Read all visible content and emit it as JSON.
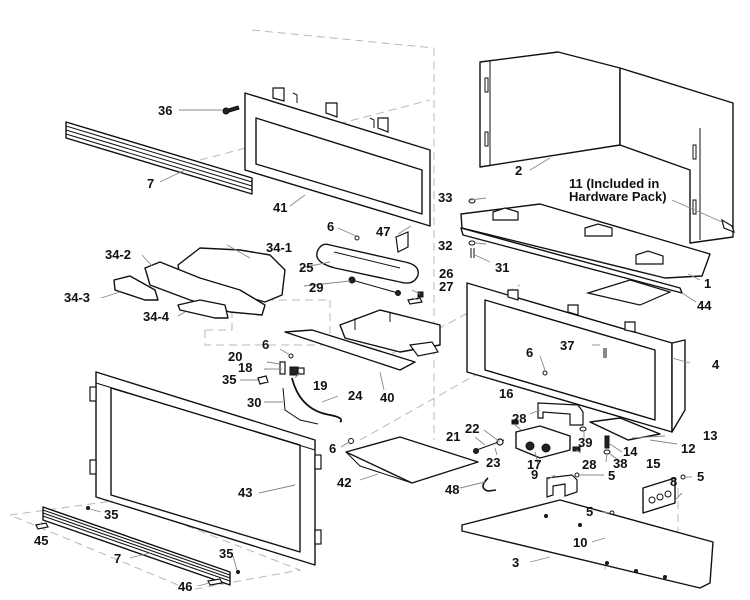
{
  "diagram": {
    "type": "exploded-parts-view",
    "labels": [
      {
        "id": "l1",
        "text": "1"
      },
      {
        "id": "l2",
        "text": "2"
      },
      {
        "id": "l3",
        "text": "3"
      },
      {
        "id": "l4",
        "text": "4"
      },
      {
        "id": "l5a",
        "text": "5"
      },
      {
        "id": "l5b",
        "text": "5"
      },
      {
        "id": "l5c",
        "text": "5"
      },
      {
        "id": "l6a",
        "text": "6"
      },
      {
        "id": "l6b",
        "text": "6"
      },
      {
        "id": "l6c",
        "text": "6"
      },
      {
        "id": "l6d",
        "text": "6"
      },
      {
        "id": "l7a",
        "text": "7"
      },
      {
        "id": "l7b",
        "text": "7"
      },
      {
        "id": "l8",
        "text": "8"
      },
      {
        "id": "l9",
        "text": "9"
      },
      {
        "id": "l10",
        "text": "10"
      },
      {
        "id": "l11a",
        "text": "11 (Included in"
      },
      {
        "id": "l11b",
        "text": "Hardware Pack)"
      },
      {
        "id": "l12",
        "text": "12"
      },
      {
        "id": "l13",
        "text": "13"
      },
      {
        "id": "l14",
        "text": "14"
      },
      {
        "id": "l15",
        "text": "15"
      },
      {
        "id": "l16",
        "text": "16"
      },
      {
        "id": "l17",
        "text": "17"
      },
      {
        "id": "l18",
        "text": "18"
      },
      {
        "id": "l19",
        "text": "19"
      },
      {
        "id": "l20",
        "text": "20"
      },
      {
        "id": "l21",
        "text": "21"
      },
      {
        "id": "l22",
        "text": "22"
      },
      {
        "id": "l23",
        "text": "23"
      },
      {
        "id": "l24",
        "text": "24"
      },
      {
        "id": "l25",
        "text": "25"
      },
      {
        "id": "l26",
        "text": "26"
      },
      {
        "id": "l27",
        "text": "27"
      },
      {
        "id": "l28a",
        "text": "28"
      },
      {
        "id": "l28b",
        "text": "28"
      },
      {
        "id": "l29",
        "text": "29"
      },
      {
        "id": "l30",
        "text": "30"
      },
      {
        "id": "l31",
        "text": "31"
      },
      {
        "id": "l32",
        "text": "32"
      },
      {
        "id": "l33",
        "text": "33"
      },
      {
        "id": "l34_1",
        "text": "34-1"
      },
      {
        "id": "l34_2",
        "text": "34-2"
      },
      {
        "id": "l34_3",
        "text": "34-3"
      },
      {
        "id": "l34_4",
        "text": "34-4"
      },
      {
        "id": "l35a",
        "text": "35"
      },
      {
        "id": "l35b",
        "text": "35"
      },
      {
        "id": "l35c",
        "text": "35"
      },
      {
        "id": "l36",
        "text": "36"
      },
      {
        "id": "l37",
        "text": "37"
      },
      {
        "id": "l38",
        "text": "38"
      },
      {
        "id": "l39",
        "text": "39"
      },
      {
        "id": "l40",
        "text": "40"
      },
      {
        "id": "l41",
        "text": "41"
      },
      {
        "id": "l42",
        "text": "42"
      },
      {
        "id": "l43",
        "text": "43"
      },
      {
        "id": "l44",
        "text": "44"
      },
      {
        "id": "l45",
        "text": "45"
      },
      {
        "id": "l46",
        "text": "46"
      },
      {
        "id": "l47",
        "text": "47"
      },
      {
        "id": "l48",
        "text": "48"
      }
    ]
  }
}
